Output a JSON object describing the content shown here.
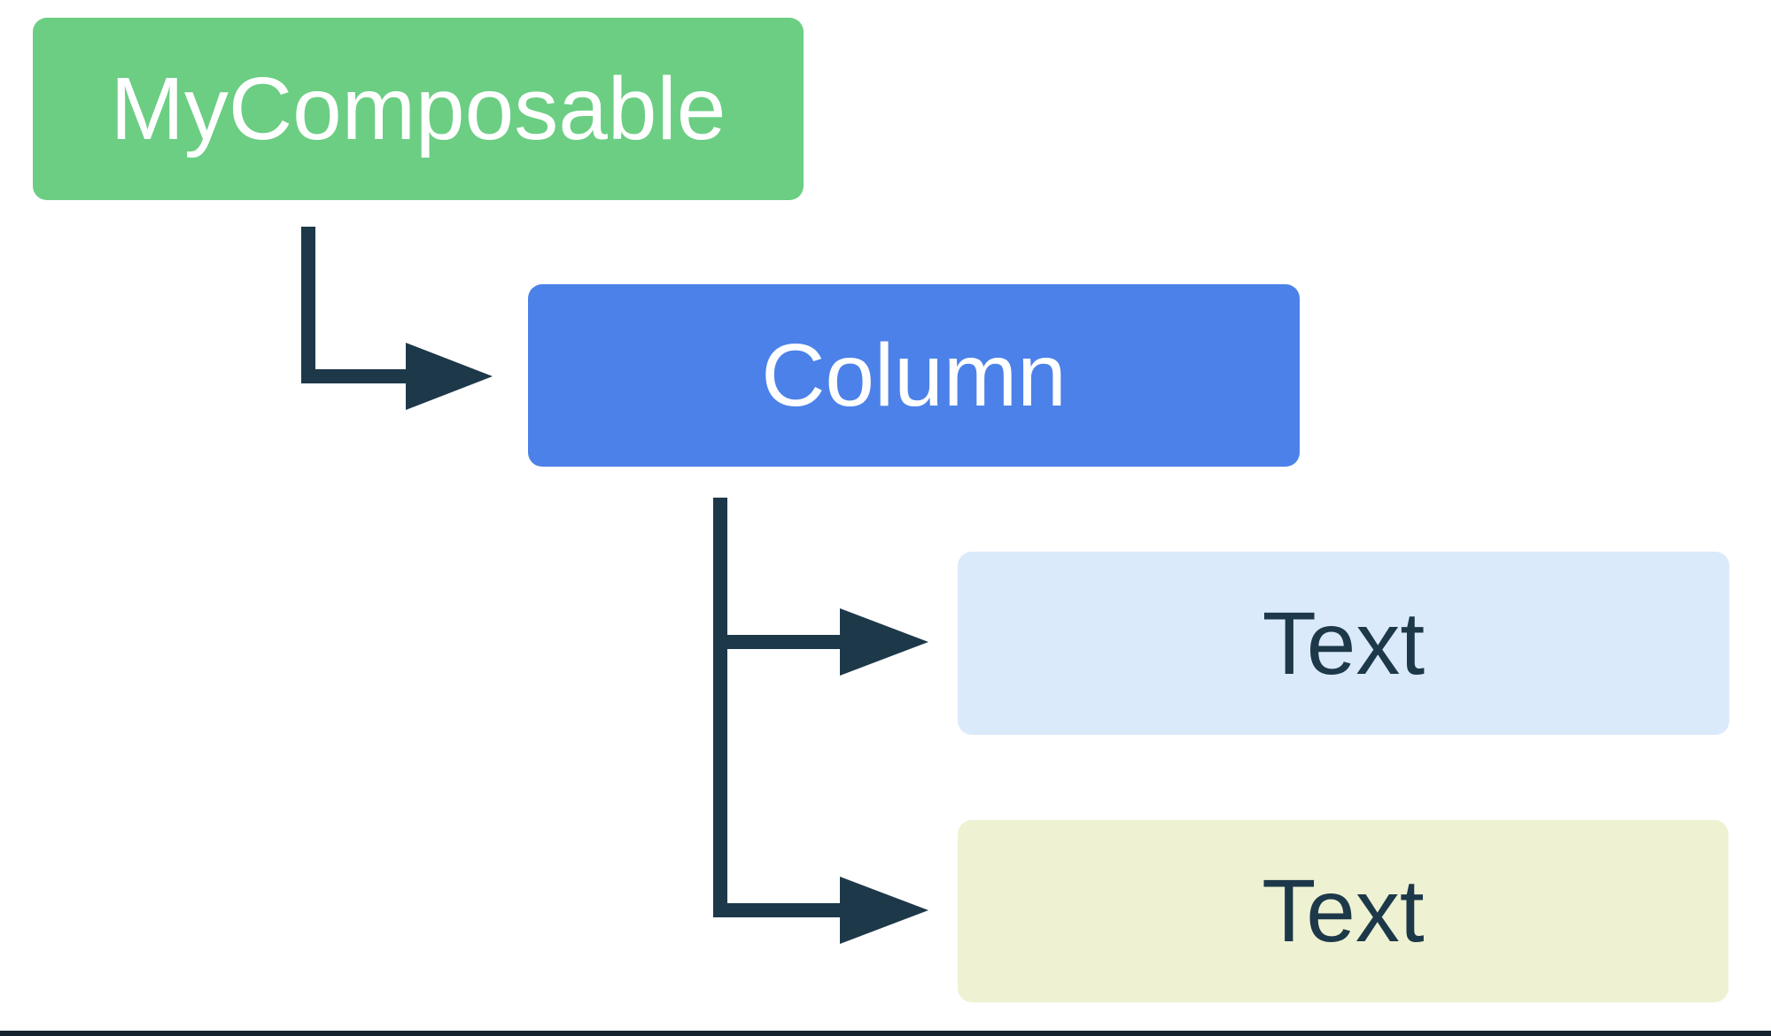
{
  "diagram": {
    "title": "composable-ui-tree",
    "background_color": "#ffffff",
    "arrow_color": "#1d3849",
    "bottom_border_color": "#152330",
    "nodes": [
      {
        "id": "my-composable",
        "label": "MyComposable",
        "bg": "#6bce83",
        "text_color": "#ffffff"
      },
      {
        "id": "column",
        "label": "Column",
        "bg": "#4c81e9",
        "text_color": "#ffffff"
      },
      {
        "id": "text-1",
        "label": "Text",
        "bg": "#dbeafb",
        "text_color": "#1d3849"
      },
      {
        "id": "text-2",
        "label": "Text",
        "bg": "#eef2d2",
        "text_color": "#1d3849"
      }
    ],
    "edges": [
      {
        "from": "my-composable",
        "to": "column"
      },
      {
        "from": "column",
        "to": "text-1"
      },
      {
        "from": "column",
        "to": "text-2"
      }
    ]
  }
}
